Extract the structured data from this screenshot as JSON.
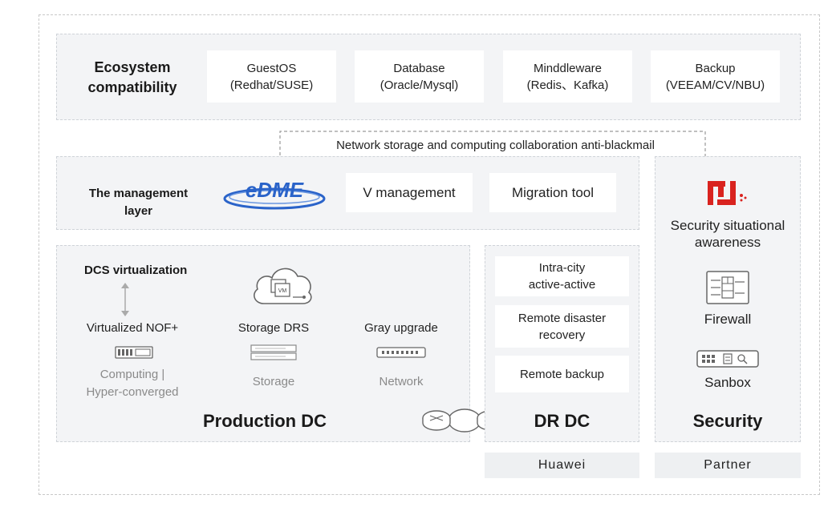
{
  "ecosystem": {
    "title": "Ecosystem\ncompatibility",
    "cards": [
      {
        "line1": "GuestOS",
        "line2": "(Redhat/SUSE)"
      },
      {
        "line1": "Database",
        "line2": "(Oracle/Mysql)"
      },
      {
        "line1": "Minddleware",
        "line2": "(Redis、Kafka)"
      },
      {
        "line1": "Backup",
        "line2": "(VEEAM/CV/NBU)"
      }
    ]
  },
  "connector_label": "Network storage and computing collaboration anti-blackmail",
  "management": {
    "title": "The management\nlayer",
    "logo_text": "eDME",
    "cards": [
      "V management",
      "Migration tool"
    ]
  },
  "production": {
    "dcs_label": "DCS virtualization",
    "nof_label": "Virtualized NOF+",
    "storage_drs": "Storage DRS",
    "gray_upgrade": "Gray upgrade",
    "computing": "Computing |\nHyper-converged",
    "storage": "Storage",
    "network": "Network",
    "title": "Production DC",
    "vm_text": "VM"
  },
  "dr": {
    "items": [
      "Intra-city\nactive-active",
      "Remote disaster\nrecovery",
      "Remote backup"
    ],
    "title": "DR DC",
    "tag": "Huawei"
  },
  "security": {
    "situational": "Security situational\nawareness",
    "firewall": "Firewall",
    "sandbox": "Sanbox",
    "title": "Security",
    "tag": "Partner"
  },
  "colors": {
    "panel_bg": "#f3f4f6",
    "logo_blue": "#2a63c9",
    "huawei_red": "#d9231f",
    "icon_gray": "#666666"
  },
  "icons": [
    "cloud-vm-icon",
    "server-icon",
    "storage-icon",
    "switch-icon",
    "router-icon",
    "security-logo-icon",
    "firewall-icon",
    "sandbox-icon",
    "double-arrow-icon"
  ]
}
